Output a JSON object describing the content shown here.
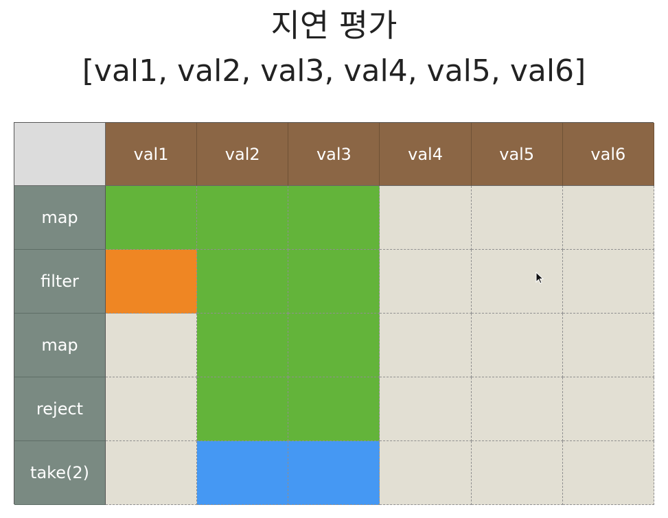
{
  "title": "지연 평가",
  "subtitle": "[val1, val2, val3, val4, val5, val6]",
  "columns": [
    "val1",
    "val2",
    "val3",
    "val4",
    "val5",
    "val6"
  ],
  "rows": [
    {
      "label": "map",
      "cells": [
        "green",
        "green",
        "green",
        "empty",
        "empty",
        "empty"
      ]
    },
    {
      "label": "filter",
      "cells": [
        "orange",
        "green",
        "green",
        "empty",
        "empty",
        "empty"
      ]
    },
    {
      "label": "map",
      "cells": [
        "empty",
        "green",
        "green",
        "empty",
        "empty",
        "empty"
      ]
    },
    {
      "label": "reject",
      "cells": [
        "empty",
        "green",
        "green",
        "empty",
        "empty",
        "empty"
      ]
    },
    {
      "label": "take(2)",
      "cells": [
        "empty",
        "blue",
        "blue",
        "empty",
        "empty",
        "empty"
      ]
    }
  ],
  "colors": {
    "green": "#63b43a",
    "orange": "#ef8623",
    "blue": "#4598f3",
    "empty": "#e2dfd3",
    "header": "#8b6645",
    "rowhead": "#7a8a82",
    "corner": "#dcdcdc"
  }
}
